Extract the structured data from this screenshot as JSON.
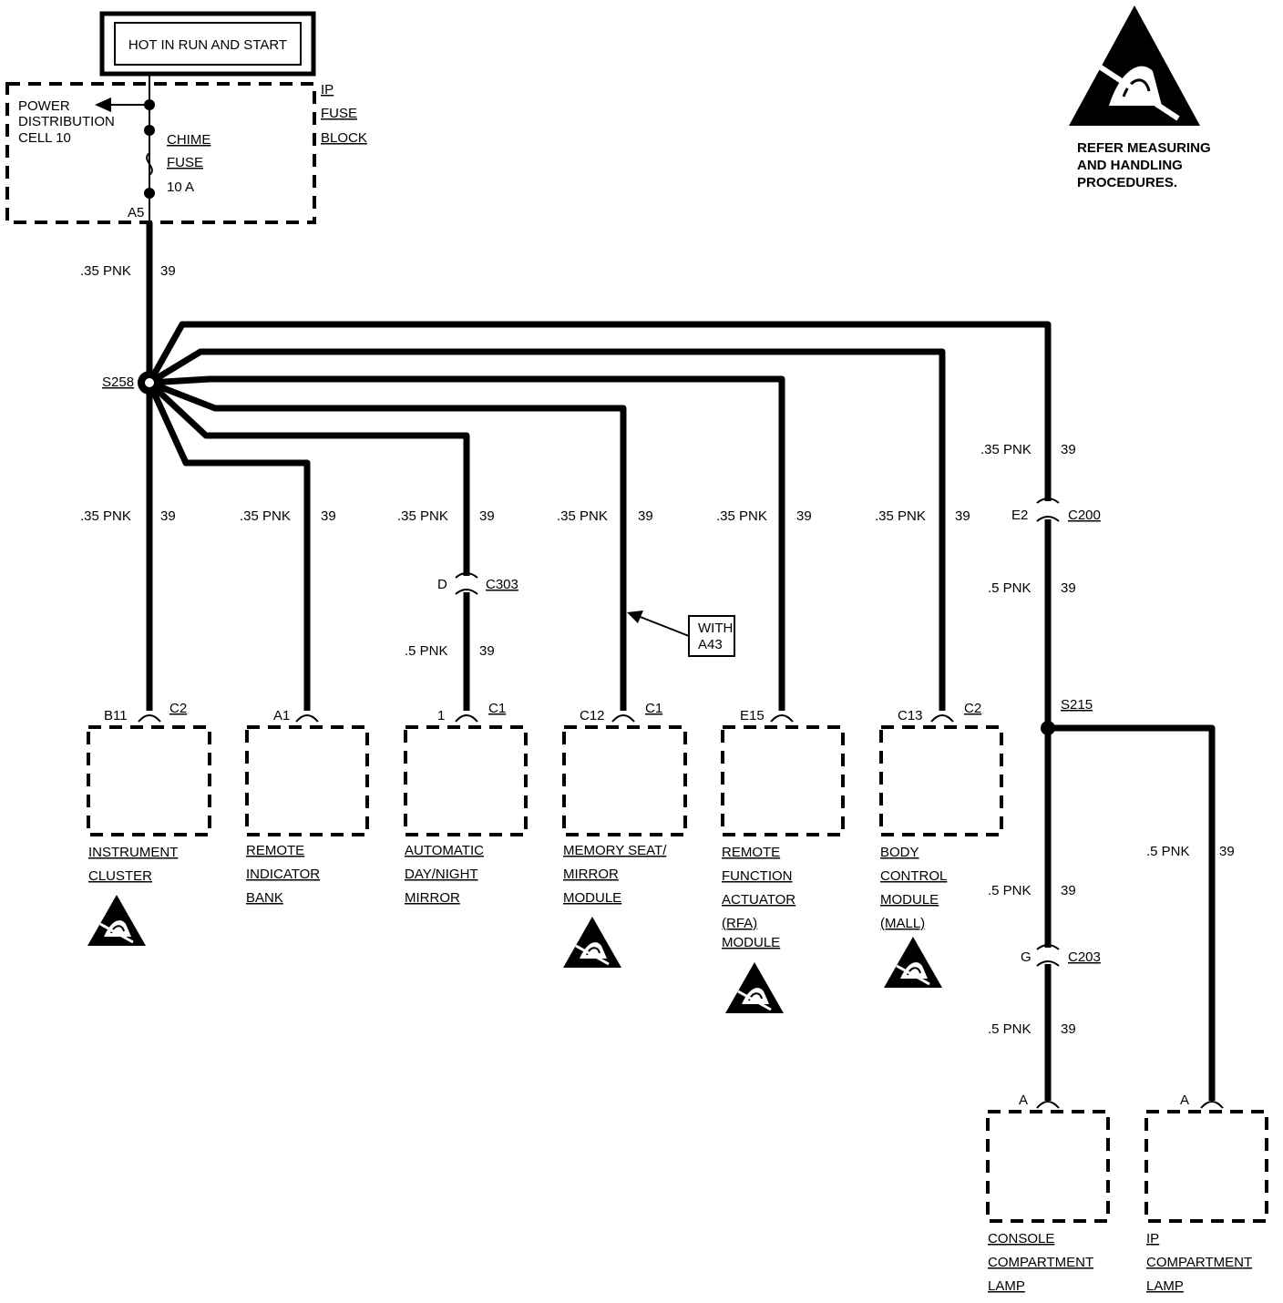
{
  "header_box": "HOT IN RUN AND START",
  "fuse_block": {
    "power_distribution": [
      "POWER",
      "DISTRIBUTION",
      "CELL 10"
    ],
    "name": [
      "IP",
      "FUSE",
      "BLOCK"
    ],
    "fuse": [
      "CHIME",
      "FUSE",
      "10 A"
    ],
    "pin": "A5"
  },
  "warning": {
    "lines": [
      "REFER MEASURING",
      "AND HANDLING",
      "PROCEDURES."
    ]
  },
  "wires": {
    "main_gauge": ".35 PNK",
    "main_circuit": "39",
    "branch_gauge": ".35 PNK",
    "branch_circuit": "39",
    "half_gauge": ".5 PNK",
    "half_circuit": "39"
  },
  "splices": {
    "s258": "S258",
    "s215": "S215"
  },
  "connectors": {
    "c303_pin": "D",
    "c303": "C303",
    "c200_pin": "E2",
    "c200": "C200",
    "c203_pin": "G",
    "c203": "C203"
  },
  "option_tag": [
    "WITH",
    "A43"
  ],
  "components": [
    {
      "pin": "B11",
      "conn": "C2",
      "label": [
        "INSTRUMENT",
        "CLUSTER"
      ]
    },
    {
      "pin": "A1",
      "conn": "",
      "label": [
        "REMOTE",
        "INDICATOR",
        "BANK"
      ]
    },
    {
      "pin": "1",
      "conn": "C1",
      "label": [
        "AUTOMATIC",
        "DAY/NIGHT",
        "MIRROR"
      ]
    },
    {
      "pin": "C12",
      "conn": "C1",
      "label": [
        "MEMORY SEAT/",
        "MIRROR",
        "MODULE"
      ]
    },
    {
      "pin": "E15",
      "conn": "",
      "label": [
        "REMOTE",
        "FUNCTION",
        "ACTUATOR",
        "(RFA)",
        "MODULE"
      ]
    },
    {
      "pin": "C13",
      "conn": "C2",
      "label": [
        "BODY",
        "CONTROL",
        "MODULE",
        "(MALL)"
      ]
    },
    {
      "pin": "A",
      "conn": "",
      "label": [
        "CONSOLE",
        "COMPARTMENT",
        "LAMP"
      ]
    },
    {
      "pin": "A",
      "conn": "",
      "label": [
        "IP",
        "COMPARTMENT",
        "LAMP"
      ]
    }
  ]
}
